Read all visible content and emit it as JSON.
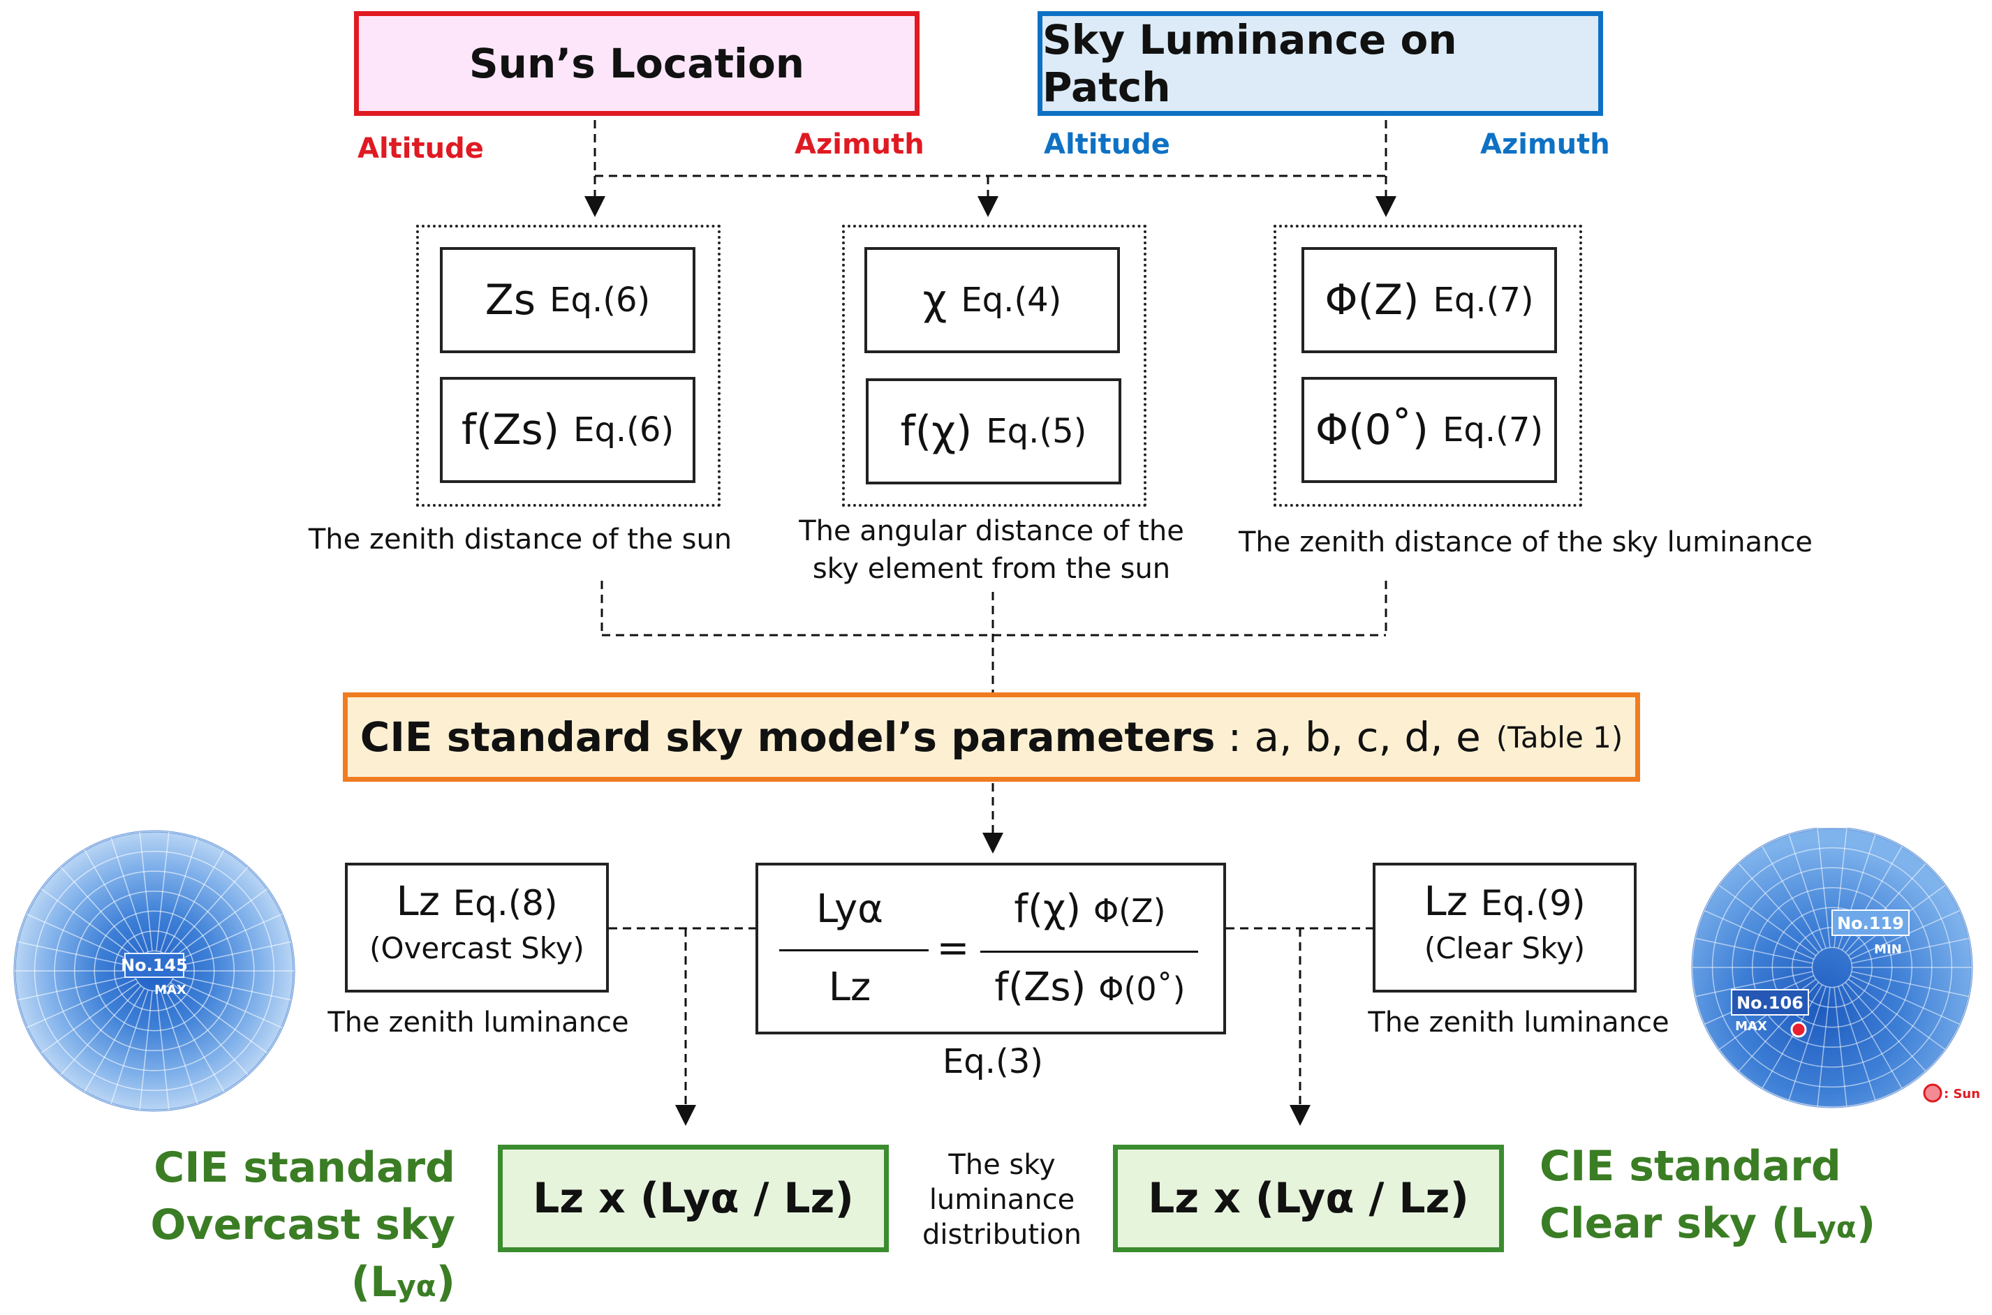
{
  "sun_box": {
    "title": "Sun’s Location",
    "left_label": "Altitude",
    "right_label": "Azimuth"
  },
  "sky_box": {
    "title": "Sky Luminance on Patch",
    "left_label": "Altitude",
    "right_label": "Azimuth"
  },
  "groups": [
    {
      "top_sym": "Zs",
      "top_eq": "Eq.(6)",
      "bottom_sym": "f(Zs)",
      "bottom_eq": "Eq.(6)",
      "caption_1": "The zenith distance of the sun",
      "caption_2": ""
    },
    {
      "top_sym": "χ",
      "top_eq": "Eq.(4)",
      "bottom_sym": "f(χ)",
      "bottom_eq": "Eq.(5)",
      "caption_1": "The angular distance of the",
      "caption_2": "sky element from the sun"
    },
    {
      "top_sym": "Φ(Z)",
      "top_eq": "Eq.(7)",
      "bottom_sym": "Φ(0˚)",
      "bottom_eq": "Eq.(7)",
      "caption_1": "The zenith distance of the sky luminance",
      "caption_2": ""
    }
  ],
  "cie_params": {
    "title": "CIE standard sky model’s parameters",
    "params": ": a, b, c, d, e",
    "table": "(Table 1)"
  },
  "lz_left": {
    "line1_sym": "Lz",
    "line1_eq": "Eq.(8)",
    "line2": "(Overcast Sky)",
    "caption": "The zenith luminance"
  },
  "lz_right": {
    "line1_sym": "Lz",
    "line1_eq": "Eq.(9)",
    "line2": "(Clear Sky)",
    "caption": "The zenith luminance"
  },
  "formula": {
    "lhs_num": "Lyα",
    "lhs_den": "Lz",
    "equals": "=",
    "rhs_num_a": "f(χ)",
    "rhs_num_b": "Φ(Z)",
    "rhs_den_a": "f(Zs)",
    "rhs_den_b": "Φ(0˚)",
    "eq_label": "Eq.(3)"
  },
  "result_left": "Lz x (Lyα / Lz)",
  "result_right": "Lz x (Lyα / Lz)",
  "center_note": {
    "line1": "The sky",
    "line2": "luminance",
    "line3": "distribution"
  },
  "overcast_label": {
    "line1": "CIE standard",
    "line2_main": "Overcast sky (L",
    "line2_sub": "yα",
    "line2_end": ")"
  },
  "clear_label": {
    "line1": "CIE standard",
    "line2_main": "Clear sky (L",
    "line2_sub": "yα",
    "line2_end": ")"
  },
  "overcast_dome": {
    "patch_no": "No.145",
    "patch_tag": "MAX"
  },
  "clear_dome": {
    "max_no": "No.106",
    "max_tag": "MAX",
    "min_no": "No.119",
    "min_tag": "MIN",
    "sun_legend": ": Sun"
  },
  "colors": {
    "red": "#e01a22",
    "blue": "#0e71c4",
    "orange": "#f07c22",
    "green": "#3b8c2f"
  }
}
